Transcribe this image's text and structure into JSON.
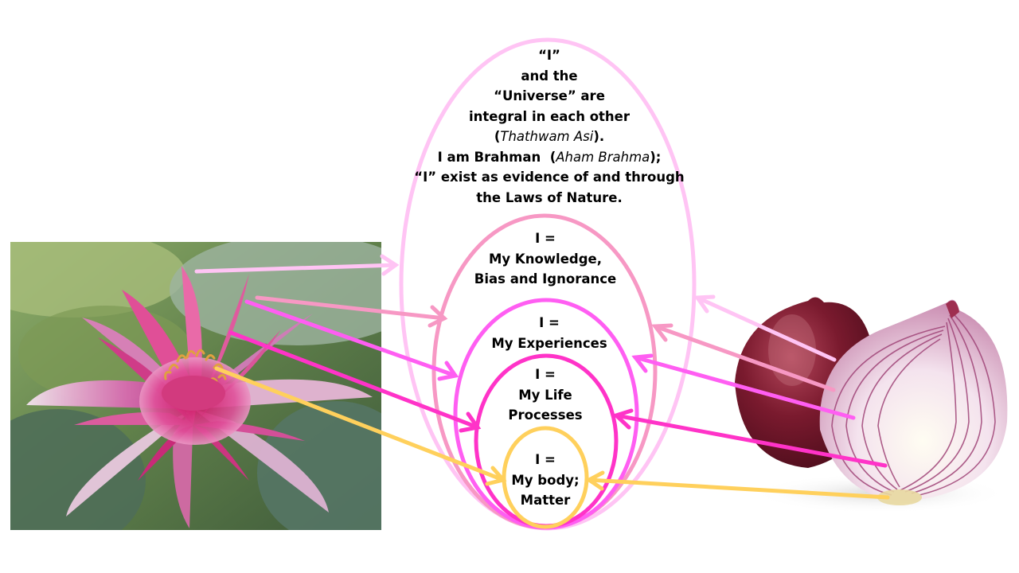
{
  "colors": {
    "outer": "#FFC4F4",
    "knowledge": "#F798C4",
    "experiences": "#FF5EF2",
    "life": "#FF33C8",
    "body": "#FFD05C"
  },
  "images": {
    "left": "lotus-flower-photo",
    "right": "red-onion-photo"
  },
  "layers": [
    {
      "id": "universe",
      "lines": [
        "“I”",
        "and the",
        "“Universe” are",
        "integral in each other"
      ],
      "thathwam_open": "(",
      "thathwam_italic": "Thathwam Asi",
      "thathwam_close": ").",
      "brahman_prefix": "I am Brahman  (",
      "brahman_italic": "Aham Brahma",
      "brahman_suffix": ");",
      "line_exist": "“I” exist as evidence of and through",
      "line_laws": "the Laws of Nature."
    },
    {
      "id": "knowledge",
      "eq": "I =",
      "line1": "My Knowledge,",
      "line2": "Bias and Ignorance"
    },
    {
      "id": "experiences",
      "eq": "I =",
      "line1": "My Experiences"
    },
    {
      "id": "life",
      "eq": "I =",
      "line1": "My Life",
      "line2": "Processes"
    },
    {
      "id": "body",
      "eq": "I =",
      "line1": "My body;",
      "line2": "Matter"
    }
  ]
}
